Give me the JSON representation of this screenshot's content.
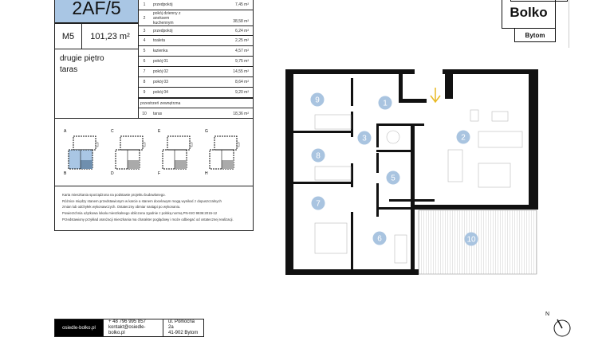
{
  "apartment": {
    "code": "2AF/5",
    "type": "M5",
    "area": "101,23 m²",
    "floor": "drugie piętro",
    "extra": "taras"
  },
  "rooms": [
    {
      "no": "1",
      "name": "przedpokój",
      "area": "7,45 m²"
    },
    {
      "no": "2",
      "name": "pokój dzienny z aneksem kuchennym",
      "area": "38,58 m²"
    },
    {
      "no": "3",
      "name": "przedpokój",
      "area": "6,24 m²"
    },
    {
      "no": "4",
      "name": "toaleta",
      "area": "2,25 m²"
    },
    {
      "no": "5",
      "name": "łazienka",
      "area": "4,57 m²"
    },
    {
      "no": "6",
      "name": "pokój 01",
      "area": "9,75 m²"
    },
    {
      "no": "7",
      "name": "pokój 02",
      "area": "14,55 m²"
    },
    {
      "no": "8",
      "name": "pokój 03",
      "area": "8,64 m²"
    },
    {
      "no": "9",
      "name": "pokój 04",
      "area": "9,20 m²"
    }
  ],
  "outdoor_header": "przestrzeń zewnętrzna",
  "outdoor": [
    {
      "no": "10",
      "name": "taras",
      "area": "18,36 m²"
    }
  ],
  "mini_plans": {
    "labels_top": [
      "A",
      "C",
      "E",
      "G"
    ],
    "labels_bottom": [
      "B",
      "D",
      "F",
      "H"
    ]
  },
  "notes": [
    "Karta mieszkania sporządzona na podstawie projektu budowlanego.",
    "Różnice między stanem przedstawionym w karcie a stanem docelowym mogą wynikać z dopuszczalnych zmian lub odchyłek wykonawczych. Ostateczny obmiar nastąpi po wykonaniu.",
    "Powierzchnia użytkowa lokalu mieszkalnego obliczona zgodnie z polską normą PN-ISO 9836:2015-12",
    "Przedstawiony przykład aranżacji mieszkania ma charakter poglądowy i może odbiegać od ostatecznej realizacji."
  ],
  "footer": {
    "website": "osiedle-bolko.pl",
    "phone": "+ 48 796 995 857",
    "email": "kontakt@osiedle-bolko.pl",
    "street": "ul. Północna 2a",
    "city": "41-902 Bytom"
  },
  "logo": {
    "name": "Bolko",
    "city": "Bytom"
  },
  "compass": {
    "label": "N"
  },
  "colors": {
    "accent": "#a9c6e4",
    "marker": "#a9c4e0",
    "entry_arrow": "#e8b923"
  }
}
